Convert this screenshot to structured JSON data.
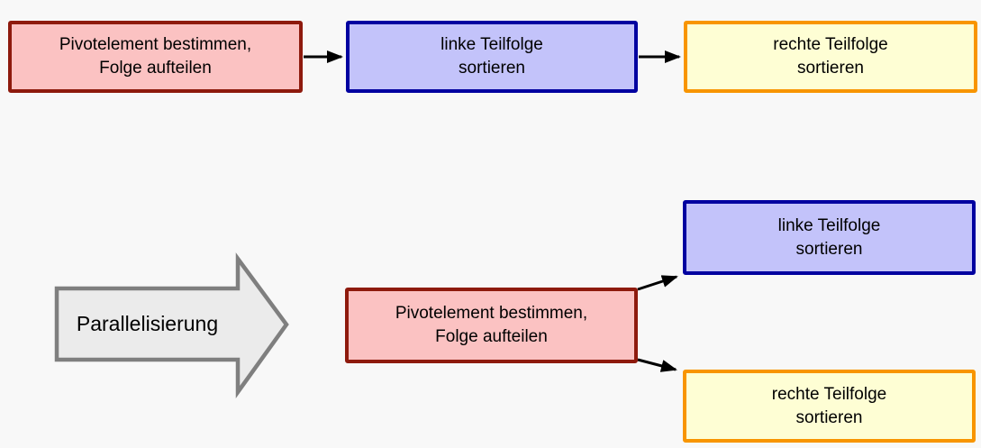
{
  "colors": {
    "background": "#f8f8f8",
    "text": "#000000",
    "pivot_fill": "#fbc2c2",
    "pivot_border": "#8e1a0d",
    "left_fill": "#c3c3fa",
    "left_border": "#0101a0",
    "right_fill": "#fefed4",
    "right_border": "#f89500",
    "connector": "#000000",
    "big_arrow_fill": "#ebebeb",
    "big_arrow_border": "#7f7f7f"
  },
  "sequential_flow": {
    "pivot_box": "Pivotelement bestimmen,\nFolge aufteilen",
    "left_box": "linke Teilfolge\nsortieren",
    "right_box": "rechte Teilfolge\nsortieren"
  },
  "parallel_flow": {
    "transform_arrow_label": "Parallelisierung",
    "pivot_box": "Pivotelement bestimmen,\nFolge aufteilen",
    "left_box": "linke Teilfolge\nsortieren",
    "right_box": "rechte Teilfolge\nsortieren"
  }
}
